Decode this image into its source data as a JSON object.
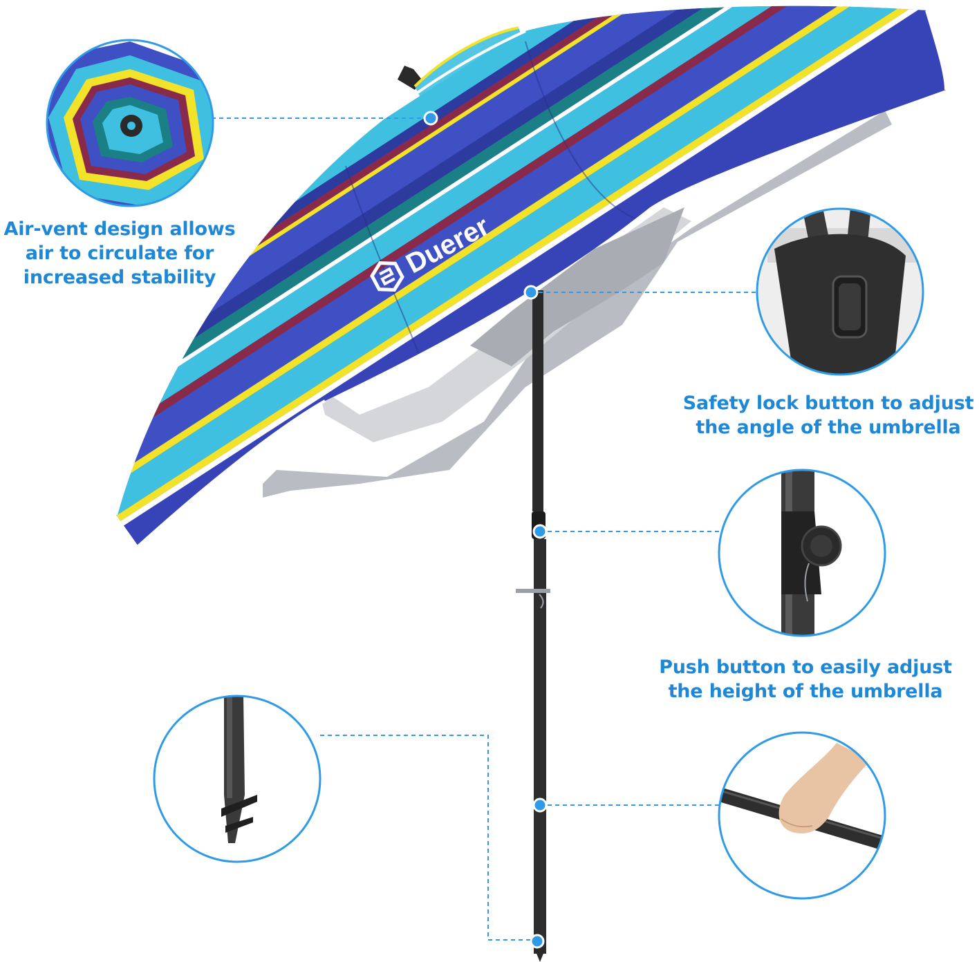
{
  "brand": {
    "name": "Duerer"
  },
  "features": {
    "air_vent": {
      "line1": "Air-vent design allows",
      "line2": "air to circulate for",
      "line3": "increased stability"
    },
    "safety_lock": {
      "line1": "Safety lock button to adjust",
      "line2": "the angle of the umbrella"
    },
    "push_button": {
      "line1": "Push button to easily adjust",
      "line2": "the height of the umbrella"
    }
  },
  "colors": {
    "caption": "#1e88d6",
    "callout_circle": "#2f9be6",
    "stripe_navy": "#2d3a9e",
    "stripe_blue": "#3f4fc4",
    "stripe_cyan": "#3fc0e0",
    "stripe_yellow": "#f2e22a",
    "stripe_maroon": "#8a2a4a",
    "stripe_teal": "#1b7f86",
    "pole": "#2a2a2a"
  }
}
